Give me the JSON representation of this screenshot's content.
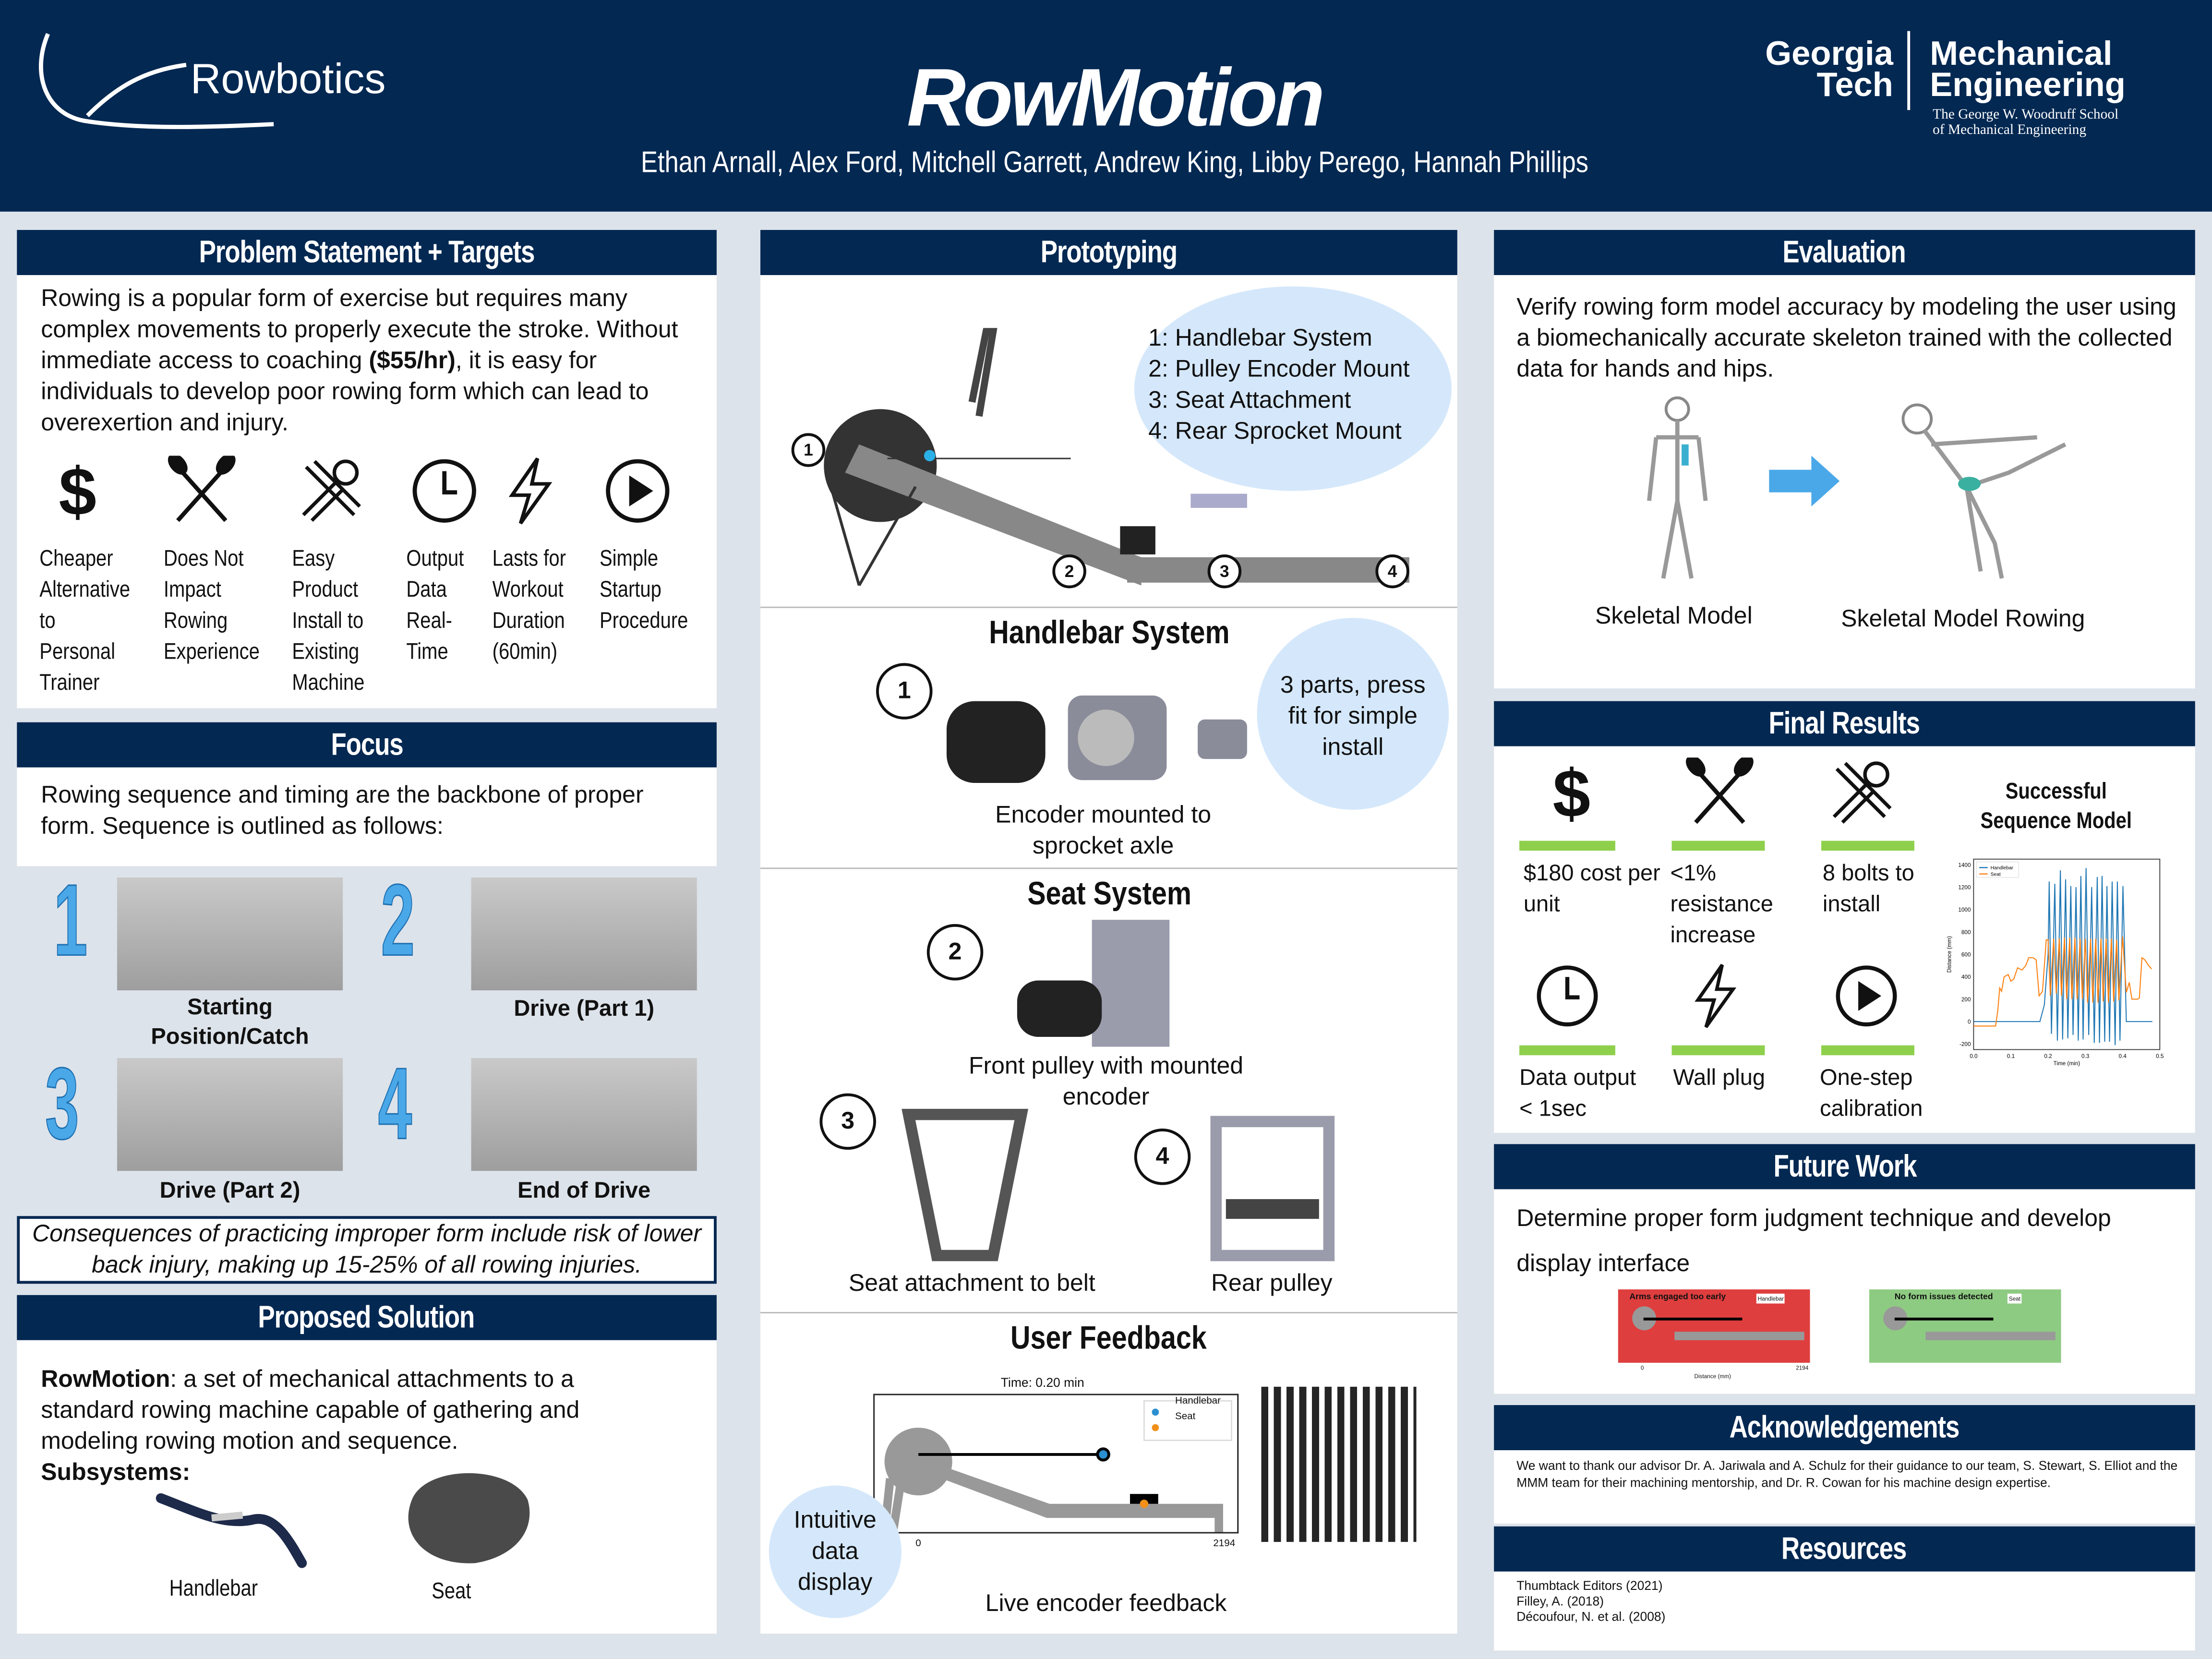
{
  "header": {
    "logo_text": "Rowbotics",
    "title": "RowMotion",
    "authors": "Ethan Arnall, Alex Ford, Mitchell Garrett, Andrew King, Libby Perego, Hannah Phillips",
    "gt_left1": "Georgia",
    "gt_left2": "Tech",
    "gt_right1": "Mechanical",
    "gt_right2": "Engineering",
    "gt_sub1": "The George W. Woodruff School",
    "gt_sub2": "of Mechanical Engineering"
  },
  "problem": {
    "title": "Problem Statement + Targets",
    "body_pre": "Rowing is a popular form of exercise but requires many complex movements to properly execute the stroke. Without immediate access to coaching ",
    "body_bold": "($55/hr)",
    "body_post": ", it is easy for individuals to develop poor rowing form which can lead to overexertion and injury.",
    "targets": [
      {
        "icon": "dollar-icon",
        "label": "Cheaper Alternative to Personal Trainer"
      },
      {
        "icon": "oars-icon",
        "label": "Does Not Impact Rowing Experience"
      },
      {
        "icon": "tools-icon",
        "label": "Easy Product Install to Existing Machine"
      },
      {
        "icon": "clock-icon",
        "label": "Output Data Real-Time"
      },
      {
        "icon": "lightning-icon",
        "label": "Lasts for Workout Duration (60min)"
      },
      {
        "icon": "play-icon",
        "label": "Simple Startup Procedure"
      }
    ]
  },
  "focus": {
    "title": "Focus",
    "body": "Rowing sequence and timing are the backbone of proper form. Sequence is outlined as follows:",
    "steps": [
      {
        "num": "1",
        "label": "Starting Position/Catch"
      },
      {
        "num": "2",
        "label": "Drive (Part 1)"
      },
      {
        "num": "3",
        "label": "Drive (Part 2)"
      },
      {
        "num": "4",
        "label": "End of Drive"
      }
    ],
    "consequence": "Consequences of practicing improper form include risk of lower back injury, making up 15-25% of all rowing injuries."
  },
  "solution": {
    "title": "Proposed Solution",
    "name": "RowMotion",
    "body": ": a set of mechanical attachments to a standard rowing machine capable of gathering and modeling rowing motion and sequence.",
    "subsystems_label": "Subsystems:",
    "items": [
      "Handlebar",
      "Seat"
    ]
  },
  "prototyping": {
    "title": "Prototyping",
    "legend": [
      "1: Handlebar System",
      "2: Pulley Encoder Mount",
      "3: Seat Attachment",
      "4: Rear Sprocket Mount"
    ],
    "markers": [
      "1",
      "2",
      "3",
      "4"
    ],
    "handlebar": {
      "title": "Handlebar System",
      "num": "1",
      "caption": "Encoder mounted to sprocket axle",
      "bubble": "3 parts, press fit for simple install"
    },
    "seat": {
      "title": "Seat System",
      "num2": "2",
      "caption2": "Front pulley with mounted encoder",
      "num3": "3",
      "caption3": "Seat attachment to belt",
      "num4": "4",
      "caption4": "Rear pulley"
    },
    "feedback": {
      "title": "User Feedback",
      "bubble": "Intuitive data display",
      "caption": "Live encoder feedback",
      "plot_title": "Time: 0.20 min",
      "legend": [
        "Handlebar",
        "Seat"
      ],
      "ticks": [
        "0",
        "2194"
      ]
    }
  },
  "evaluation": {
    "title": "Evaluation",
    "body": "Verify rowing form model accuracy  by modeling the user using a biomechanically accurate skeleton trained with the collected data for hands and hips.",
    "captions": [
      "Skeletal Model",
      "Skeletal Model Rowing"
    ]
  },
  "results": {
    "title": "Final Results",
    "items": [
      {
        "icon": "dollar-icon",
        "label": "$180 cost per unit"
      },
      {
        "icon": "oars-icon",
        "label": "<1% resistance increase"
      },
      {
        "icon": "tools-icon",
        "label": "8 bolts to install"
      },
      {
        "icon": "clock-icon",
        "label": "Data output < 1sec"
      },
      {
        "icon": "lightning-icon",
        "label": "Wall plug"
      },
      {
        "icon": "play-icon",
        "label": "One-step calibration"
      }
    ],
    "bar_color": "#8ed04c"
  },
  "future": {
    "title": "Future Work",
    "body": "Determine proper form judgment technique and develop display interface",
    "panels": [
      {
        "title": "Arms engaged too early",
        "color": "#df3e3e"
      },
      {
        "title": "No form issues detected",
        "color": "#8ecb82"
      }
    ],
    "legend": [
      "Handlebar",
      "Seat"
    ],
    "ticks": [
      "0",
      "2194"
    ],
    "xlabel": "Distance (mm)"
  },
  "ack": {
    "title": "Acknowledgements",
    "body": "We want to thank our advisor Dr. A. Jariwala and A. Schulz for their guidance to our team, S. Stewart, S. Elliot and the MMM team for their machining mentorship, and Dr. R. Cowan for his machine design expertise."
  },
  "resources": {
    "title": "Resources",
    "items": [
      "Thumbtack Editors (2021)",
      "Filley, A. (2018)",
      "Découfour, N. et al. (2008)"
    ]
  },
  "chart_data": {
    "type": "line",
    "title": "Successful Sequence Model",
    "xlabel": "Time (min)",
    "ylabel": "Distance (mm)",
    "xlim": [
      0,
      0.5
    ],
    "ylim": [
      -250,
      1450
    ],
    "xticks": [
      0.0,
      0.1,
      0.2,
      0.3,
      0.4,
      0.5
    ],
    "yticks": [
      -200,
      0,
      200,
      400,
      600,
      800,
      1000,
      1200,
      1400
    ],
    "legend": "top-left",
    "series": [
      {
        "name": "Handlebar",
        "color": "#1f77b4",
        "points": [
          [
            0,
            0
          ],
          [
            0.178,
            0
          ],
          [
            0.19,
            150
          ],
          [
            0.2,
            600
          ],
          [
            0.203,
            1250
          ],
          [
            0.209,
            -110
          ],
          [
            0.218,
            1230
          ],
          [
            0.225,
            -170
          ],
          [
            0.233,
            1350
          ],
          [
            0.239,
            -160
          ],
          [
            0.247,
            1270
          ],
          [
            0.253,
            -150
          ],
          [
            0.261,
            1210
          ],
          [
            0.267,
            -120
          ],
          [
            0.275,
            1200
          ],
          [
            0.281,
            -170
          ],
          [
            0.288,
            1300
          ],
          [
            0.294,
            -160
          ],
          [
            0.302,
            1370
          ],
          [
            0.309,
            -120
          ],
          [
            0.317,
            1200
          ],
          [
            0.324,
            -190
          ],
          [
            0.332,
            1290
          ],
          [
            0.338,
            -190
          ],
          [
            0.345,
            1300
          ],
          [
            0.352,
            -180
          ],
          [
            0.358,
            1210
          ],
          [
            0.365,
            -180
          ],
          [
            0.372,
            1250
          ],
          [
            0.38,
            -210
          ],
          [
            0.386,
            1250
          ],
          [
            0.393,
            -170
          ],
          [
            0.401,
            1210
          ],
          [
            0.41,
            0
          ],
          [
            0.48,
            0
          ]
        ]
      },
      {
        "name": "Seat",
        "color": "#ff7f0e",
        "points": [
          [
            0,
            -40
          ],
          [
            0.059,
            -40
          ],
          [
            0.065,
            100
          ],
          [
            0.07,
            300
          ],
          [
            0.075,
            270
          ],
          [
            0.082,
            400
          ],
          [
            0.093,
            420
          ],
          [
            0.1,
            360
          ],
          [
            0.108,
            380
          ],
          [
            0.118,
            480
          ],
          [
            0.13,
            460
          ],
          [
            0.14,
            500
          ],
          [
            0.148,
            570
          ],
          [
            0.16,
            570
          ],
          [
            0.168,
            550
          ],
          [
            0.176,
            230
          ],
          [
            0.185,
            270
          ],
          [
            0.195,
            730
          ],
          [
            0.2,
            730
          ],
          [
            0.206,
            230
          ],
          [
            0.215,
            740
          ],
          [
            0.222,
            250
          ],
          [
            0.23,
            740
          ],
          [
            0.236,
            230
          ],
          [
            0.244,
            750
          ],
          [
            0.25,
            200
          ],
          [
            0.258,
            750
          ],
          [
            0.264,
            200
          ],
          [
            0.272,
            750
          ],
          [
            0.278,
            200
          ],
          [
            0.286,
            740
          ],
          [
            0.292,
            200
          ],
          [
            0.3,
            740
          ],
          [
            0.306,
            170
          ],
          [
            0.314,
            740
          ],
          [
            0.32,
            170
          ],
          [
            0.328,
            740
          ],
          [
            0.334,
            170
          ],
          [
            0.342,
            740
          ],
          [
            0.348,
            180
          ],
          [
            0.356,
            740
          ],
          [
            0.362,
            170
          ],
          [
            0.37,
            740
          ],
          [
            0.376,
            180
          ],
          [
            0.384,
            730
          ],
          [
            0.39,
            190
          ],
          [
            0.4,
            760
          ],
          [
            0.41,
            260
          ],
          [
            0.418,
            350
          ],
          [
            0.425,
            200
          ],
          [
            0.44,
            200
          ],
          [
            0.445,
            210
          ],
          [
            0.452,
            570
          ],
          [
            0.46,
            550
          ],
          [
            0.47,
            500
          ],
          [
            0.478,
            470
          ]
        ]
      }
    ]
  }
}
